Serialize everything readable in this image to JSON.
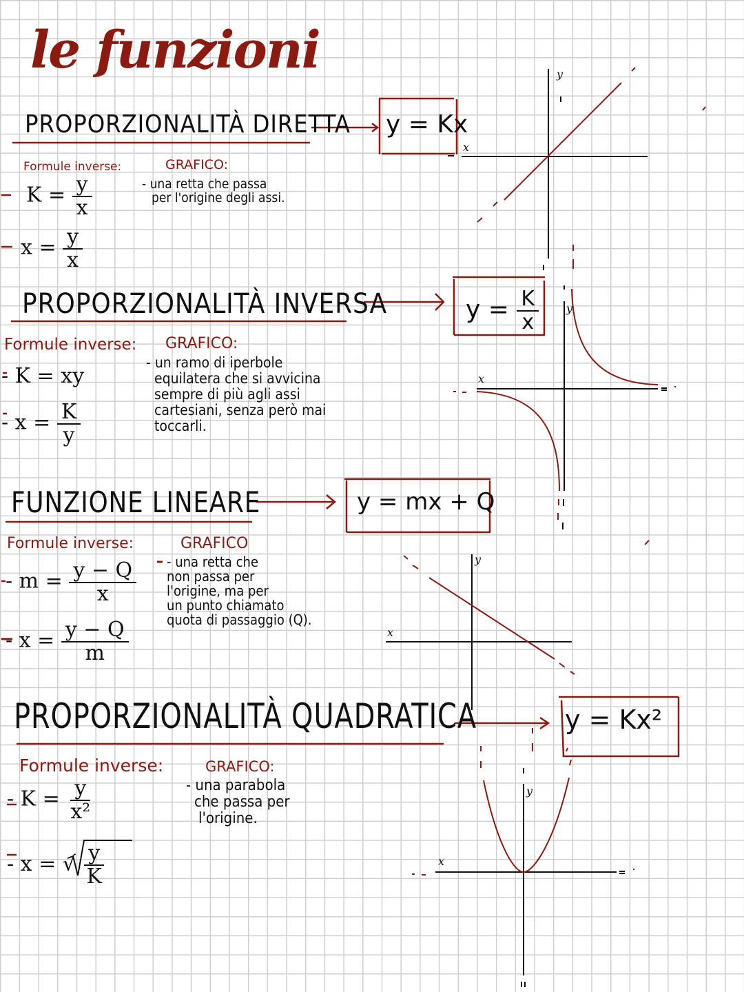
{
  "page": {
    "title": "le funzioni",
    "accent_color": "#8b1a10",
    "ink_color": "#111111",
    "grid_color": "#cfcfcf"
  },
  "sections": [
    {
      "heading": "PROPORZIONALITÀ DIRETTA",
      "formula_box": "y = Kx",
      "inverse_label": "Formule inverse:",
      "inverse_formulas": [
        {
          "lhs": "K =",
          "num": "y",
          "den": "x"
        },
        {
          "lhs": "x =",
          "num": "y",
          "den": "x"
        }
      ],
      "graph_label": "GRAFICO:",
      "graph_description": [
        "- una retta che passa",
        "per l'origine degli assi."
      ]
    },
    {
      "heading": "PROPORZIONALITÀ INVERSA",
      "formula_box": {
        "lhs": "y =",
        "num": "K",
        "den": "x"
      },
      "inverse_label": "Formule inverse:",
      "inverse_formulas": [
        {
          "text": "- K = xy"
        },
        {
          "lhs": "- x =",
          "num": "K",
          "den": "y"
        }
      ],
      "graph_label": "GRAFICO:",
      "graph_description": [
        "- un ramo di iperbole",
        "equilatera che si avvicina",
        "sempre di più agli assi",
        "cartesiani, senza però mai",
        "toccarli."
      ]
    },
    {
      "heading": "FUNZIONE LINEARE",
      "formula_box": "y = mx + Q",
      "inverse_label": "Formule inverse:",
      "inverse_formulas": [
        {
          "lhs": "- m =",
          "num": "y − Q",
          "den": "x"
        },
        {
          "lhs": "- x =",
          "num": "y − Q",
          "den": "m"
        }
      ],
      "graph_label": "GRAFICO",
      "graph_description": [
        "- una retta che",
        "non passa per",
        "l'origine, ma per",
        "un punto chiamato",
        "quota di passaggio (Q)."
      ]
    },
    {
      "heading": "PROPORZIONALITÀ QUADRATICA",
      "formula_box": "y = Kx²",
      "inverse_label": "Formule inverse:",
      "inverse_formulas": [
        {
          "lhs": "- K =",
          "num": "y",
          "den": "x²"
        },
        {
          "lhs": "- x = √",
          "num": "y",
          "den": "K"
        }
      ],
      "graph_label": "GRAFICO:",
      "graph_description": [
        "- una parabola",
        "che passa per",
        "l'origine."
      ]
    }
  ],
  "graphs": {
    "axis_x_label": "x",
    "axis_y_label": "y"
  }
}
